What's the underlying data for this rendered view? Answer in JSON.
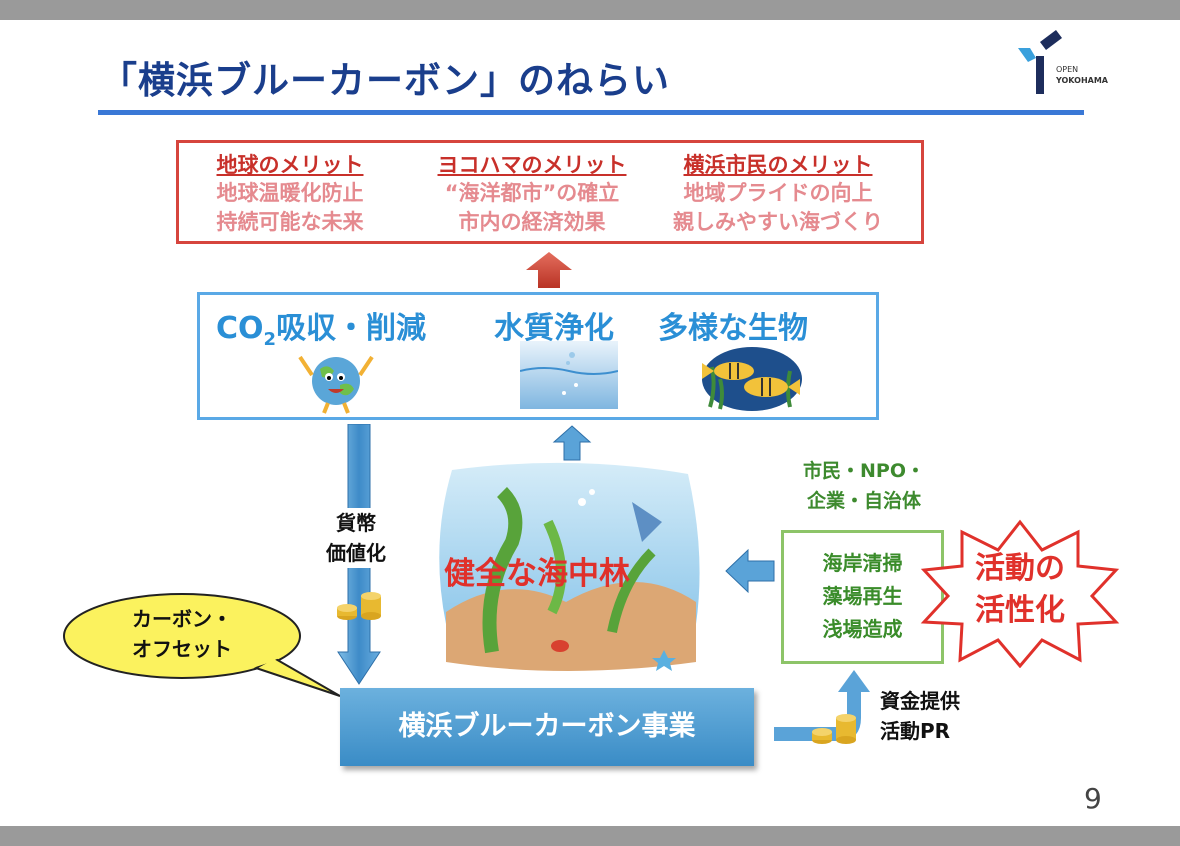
{
  "title": "「横浜ブルーカーボン」のねらい",
  "logo": {
    "icon": "open-yokohama-logo-icon",
    "line1": "OPEN",
    "line2": "YOKOHAMA"
  },
  "merits": [
    {
      "heading": "地球のメリット",
      "lines": [
        "地球温暖化防止",
        "持続可能な未来"
      ]
    },
    {
      "heading": "ヨコハマのメリット",
      "lines": [
        "“海洋都市”の確立",
        "市内の経済効果"
      ]
    },
    {
      "heading": "横浜市民のメリット",
      "lines": [
        "地域プライドの向上",
        "親しみやすい海づくり"
      ]
    }
  ],
  "effects": {
    "co2_main": "CO",
    "co2_sub": "2",
    "co2_rest": "吸収・削減",
    "water": "水質浄化",
    "biodiversity": "多様な生物"
  },
  "currency": [
    "貨幣",
    "価値化"
  ],
  "carbon_offset": [
    "カーボン・",
    "オフセット"
  ],
  "sea_forest": "健全な海中林",
  "stakeholders": [
    "市民・NPO・",
    "企業・自治体"
  ],
  "activities": [
    "海岸清掃",
    "藻場再生",
    "浅場造成"
  ],
  "activation": [
    "活動の",
    "活性化"
  ],
  "project": "横浜ブルーカーボン事業",
  "funding": [
    "資金提供",
    "活動PR"
  ],
  "page_number": "9",
  "colors": {
    "title": "#1a3e8c",
    "merit_border": "#d6453d",
    "merit_heading": "#c8302a",
    "merit_text": "#e58a8f",
    "effect_border": "#5aa9e6",
    "effect_text": "#2a8fd6",
    "activity_text": "#3a8c2a",
    "project_fill": "#4a9ad0",
    "activation_text": "#e0312b"
  }
}
